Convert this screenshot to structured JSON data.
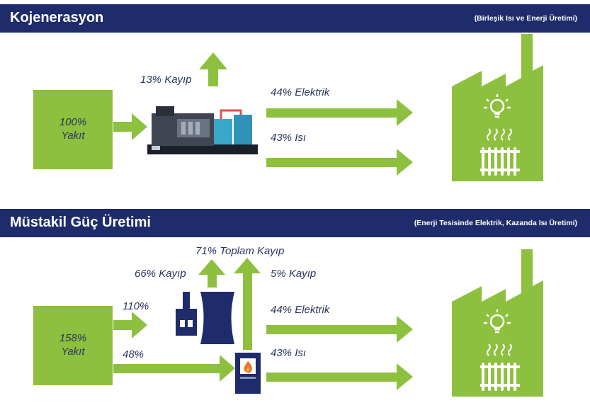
{
  "colors": {
    "navy": "#1e2c6b",
    "green": "#8ec03f",
    "text": "#2a3560",
    "white": "#ffffff",
    "flame": "#e8762c"
  },
  "icons": [
    "generator-icon",
    "factory-icon",
    "lightbulb-icon",
    "heat-waves-icon",
    "radiator-icon",
    "power-plant-icon",
    "boiler-icon",
    "flame-icon",
    "arrow-up-icon",
    "arrow-right-icon"
  ],
  "cogen": {
    "title": "Kojenerasyon",
    "subtitle": "(Birleşik Isı ve Enerji Üretimi)",
    "fuel_pct": "100%",
    "fuel_label": "Yakıt",
    "loss": "13% Kayıp",
    "electric": "44% Elektrik",
    "heat": "43% Isı"
  },
  "separate": {
    "title": "Müstakil Güç Üretimi",
    "subtitle": "(Enerji Tesisinde Elektrik, Kazanda Isı Üretimi)",
    "fuel_pct": "158%",
    "fuel_label": "Yakıt",
    "total_loss": "71% Toplam Kayıp",
    "plant_loss": "66% Kayıp",
    "boiler_loss": "5% Kayıp",
    "to_plant": "110%",
    "to_boiler": "48%",
    "electric": "44% Elektrik",
    "heat": "43% Isı"
  }
}
